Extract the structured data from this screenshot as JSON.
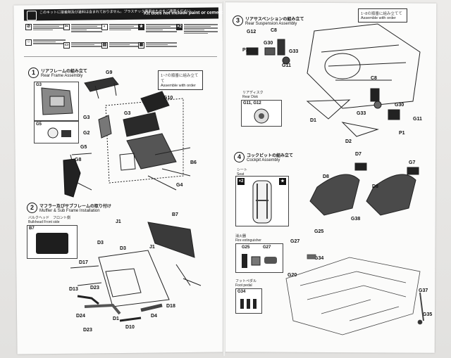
{
  "header": {
    "jp": "このキットに接着剤及び塗料は含まれておりません。プラスチック専用のものをご使用ください。",
    "en": "Kit does not include paint or cement"
  },
  "steps": [
    {
      "num": "1",
      "jp": "リアフレームの組み立て",
      "en": "Rear Frame Assembly"
    },
    {
      "num": "2",
      "jp": "マフラー及びサブフレームの取り付け",
      "en": "Muffler & Sub Frame Installation"
    },
    {
      "num": "3",
      "jp": "リアサスペンションの組み立て",
      "en": "Rear Suspension Assembly"
    },
    {
      "num": "4",
      "jp": "コックピットの組み立て",
      "en": "Cockpit Assembly"
    }
  ],
  "notes": {
    "step1_order_jp": "1~7の順番に組み立てて",
    "step1_order_en": "Assemble with order",
    "step3_order_jp": "1~8の順番に組み立てて",
    "step3_order_en": "Assemble with order"
  },
  "subboxes": {
    "bulkhead_jp": "バルクヘッド　フロント側",
    "bulkhead_en": "Bulkhead Front side",
    "rear_disk_jp": "リアディスク",
    "rear_disk_en": "Rear Disk",
    "seat_jp": "シート",
    "seat_en": "Seat",
    "extinguisher_jp": "消火器",
    "extinguisher_en": "Fire extinguisher",
    "foot_pedal_jp": "フットペダル",
    "foot_pedal_en": "Foot pedal"
  },
  "parts": {
    "step1": [
      "G3",
      "G9",
      "G3",
      "G10",
      "G5",
      "G2",
      "G3",
      "G8",
      "B6",
      "G4",
      "G5"
    ],
    "step2": [
      "J1",
      "B7",
      "B7",
      "D3",
      "D3",
      "J1",
      "D17",
      "D13",
      "D23",
      "D24",
      "D18",
      "D4",
      "D1",
      "D10",
      "D23"
    ],
    "step3": [
      "G12",
      "C8",
      "G30",
      "G33",
      "P1",
      "G11",
      "G12",
      "C8",
      "G30",
      "G33",
      "D1",
      "D2",
      "G11",
      "P1"
    ],
    "step4": [
      "D7",
      "G7",
      "D8",
      "D8",
      "G25",
      "G38",
      "G27",
      "G34",
      "G20",
      "G37",
      "G35",
      "G25",
      "G27",
      "G34"
    ],
    "bulkhead_label": "B7",
    "rear_disk_label": "G11, G12"
  },
  "badges": {
    "seat_star": "★",
    "seat_x2": "×2",
    "legend_x2": "×2"
  },
  "colors": {
    "ink": "#111111",
    "paper": "#fbfbfa",
    "header": "#1a1a1a"
  }
}
